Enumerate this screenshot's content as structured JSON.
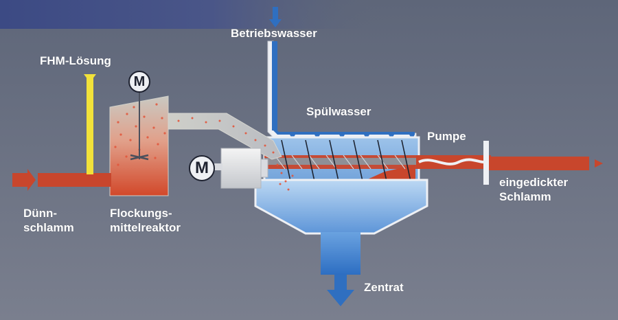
{
  "labels": {
    "betriebswasser": "Betriebswasser",
    "fhm_loesung": "FHM-Lösung",
    "spuelwasser": "Spülwasser",
    "pumpe": "Pumpe",
    "duennschlamm": "Dünn-\nschlamm",
    "flockungsmittelreaktor": "Flockungs-\nmittelreaktor",
    "eingedickter_schlamm": "eingedickter\nSchlamm",
    "zentrat": "Zentrat"
  },
  "motor_symbols": {
    "reactor_motor": "M",
    "drive_motor": "M"
  },
  "colors": {
    "background": "#6f7585",
    "sludge_red": "#c8462c",
    "water_blue": "#2f6fc0",
    "yellow_line": "#f2e23a",
    "white_structure": "#eef0f4"
  }
}
